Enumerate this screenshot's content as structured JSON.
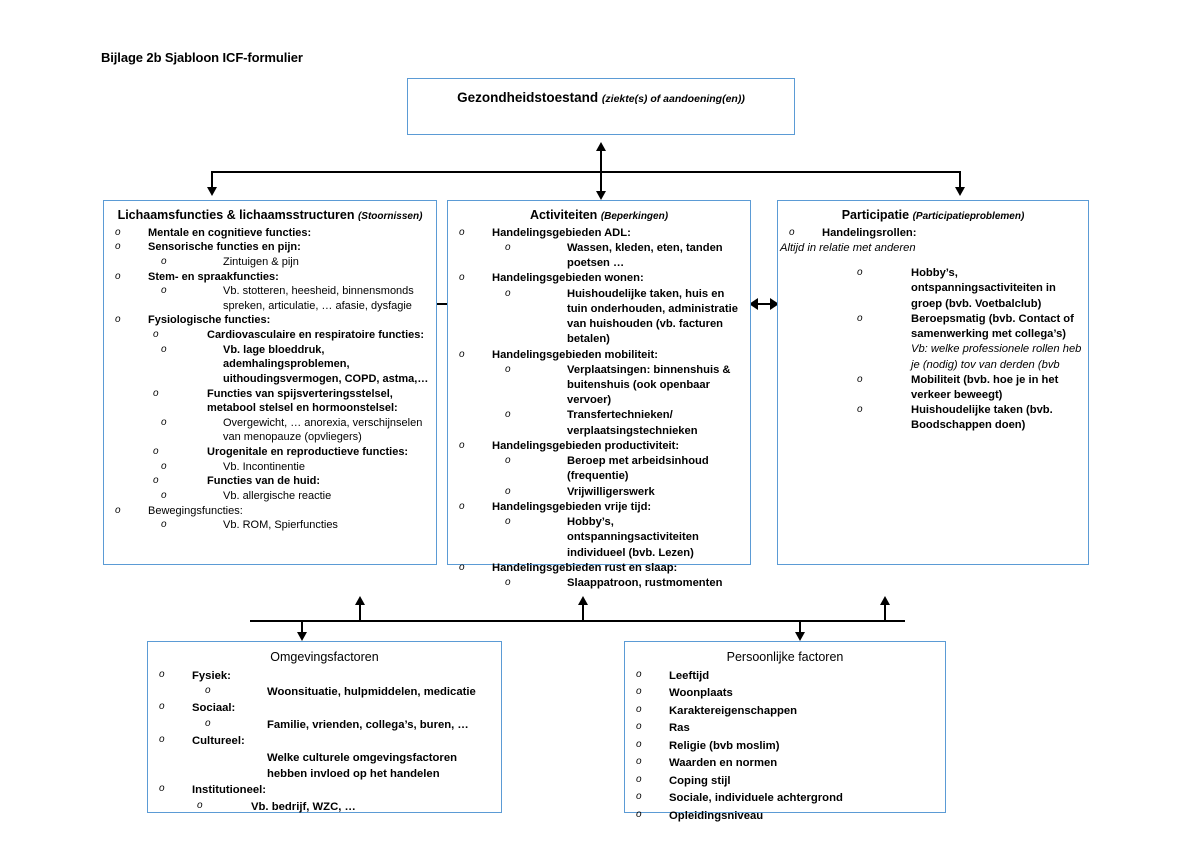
{
  "document": {
    "title": "Bijlage 2b Sjabloon ICF-formulier"
  },
  "health_condition": {
    "title": "Gezondheidstoestand",
    "subtitle": "(ziekte(s) of aandoening(en))"
  },
  "body_functions": {
    "title": "Lichaamsfuncties & lichaamsstructuren",
    "subtitle": "(Stoornissen)",
    "items": [
      {
        "level": 1,
        "bullet": "o",
        "text": "Mentale en cognitieve functies:",
        "bold": true
      },
      {
        "level": 1,
        "bullet": "o",
        "text": "Sensorische functies en pijn:",
        "bold": true
      },
      {
        "level": 3,
        "bullet": "o",
        "text": "Zintuigen & pijn",
        "bold": false
      },
      {
        "level": 1,
        "bullet": "o",
        "text": "Stem- en spraakfuncties:",
        "bold": true
      },
      {
        "level": 3,
        "bullet": "o",
        "text": "Vb. stotteren, heesheid, binnensmonds spreken, articulatie, … afasie, dysfagie",
        "bold": false
      },
      {
        "level": 1,
        "bullet": "o",
        "text": "Fysiologische functies:",
        "bold": true
      },
      {
        "level": 2,
        "bullet": "o",
        "text": "Cardiovasculaire en respiratoire functies:",
        "bold": true
      },
      {
        "level": 3,
        "bullet": "o",
        "text": "Vb. lage bloeddruk, ademhalingsproblemen, uithoudingsvermogen, COPD, astma,…",
        "bold": true
      },
      {
        "level": 2,
        "bullet": "o",
        "text": "Functies van spijsverteringsstelsel, metabool stelsel en hormoonstelsel:",
        "bold": true
      },
      {
        "level": 3,
        "bullet": "o",
        "text": "Overgewicht, … anorexia, verschijnselen van menopauze (opvliegers)",
        "bold": false
      },
      {
        "level": 2,
        "bullet": "o",
        "text": "Urogenitale en reproductieve functies:",
        "bold": true
      },
      {
        "level": 3,
        "bullet": "o",
        "text": "Vb. Incontinentie",
        "bold": false
      },
      {
        "level": 2,
        "bullet": "o",
        "text": "Functies van de huid:",
        "bold": true
      },
      {
        "level": 3,
        "bullet": "o",
        "text": "Vb. allergische reactie",
        "bold": false
      },
      {
        "level": 1,
        "bullet": "o",
        "text": "Bewegingsfuncties:",
        "bold": false
      },
      {
        "level": 3,
        "bullet": "o",
        "text": "Vb. ROM, Spierfuncties",
        "bold": false
      }
    ]
  },
  "activities": {
    "title": "Activiteiten",
    "subtitle": "(Beperkingen)",
    "items": [
      {
        "level": 1,
        "bullet": "o",
        "text": "Handelingsgebieden ADL:",
        "bold": true
      },
      {
        "level": 3,
        "bullet": "o",
        "text": "Wassen, kleden, eten, tanden poetsen …",
        "bold": true
      },
      {
        "level": 1,
        "bullet": "o",
        "text": "Handelingsgebieden wonen:",
        "bold": true
      },
      {
        "level": 3,
        "bullet": "o",
        "text": "Huishoudelijke taken, huis en tuin onderhouden, administratie van huishouden (vb. facturen betalen)",
        "bold": true
      },
      {
        "level": 1,
        "bullet": "o",
        "text": "Handelingsgebieden mobiliteit:",
        "bold": true
      },
      {
        "level": 3,
        "bullet": "o",
        "text": "Verplaatsingen: binnenshuis & buitenshuis (ook openbaar vervoer)",
        "bold": true
      },
      {
        "level": 3,
        "bullet": "o",
        "text": "Transfertechnieken/ verplaatsingstechnieken",
        "bold": true
      },
      {
        "level": 1,
        "bullet": "o",
        "text": "Handelingsgebieden productiviteit:",
        "bold": true
      },
      {
        "level": 3,
        "bullet": "o",
        "text": "Beroep met arbeidsinhoud (frequentie)",
        "bold": true
      },
      {
        "level": 3,
        "bullet": "o",
        "text": "Vrijwilligerswerk",
        "bold": true
      },
      {
        "level": 1,
        "bullet": "o",
        "text": "Handelingsgebieden vrije tijd:",
        "bold": true
      },
      {
        "level": 3,
        "bullet": "o",
        "text": "Hobby’s, ontspanningsactiviteiten individueel (bvb. Lezen)",
        "bold": true
      },
      {
        "level": 1,
        "bullet": "o",
        "text": "Handelingsgebieden rust en slaap:",
        "bold": true
      },
      {
        "level": 3,
        "bullet": "o",
        "text": "Slaappatroon, rustmomenten",
        "bold": true
      }
    ]
  },
  "participation": {
    "title": "Participatie",
    "subtitle": "(Participatieproblemen)",
    "lead_bullet": "o",
    "lead_text": "Handelingsrollen:",
    "lead_note": "Altijd in relatie met anderen",
    "items": [
      {
        "bullet": "o",
        "text": "Hobby’s, ontspanningsactiviteiten in groep (bvb. Voetbalclub)",
        "note": ""
      },
      {
        "bullet": "o",
        "text": "Beroepsmatig (bvb. Contact of samenwerking met collega’s)",
        "note": "Vb: welke professionele rollen heb je (nodig) tov van derden (bvb"
      },
      {
        "bullet": "o",
        "text": "Mobiliteit (bvb. hoe je in het verkeer beweegt)",
        "note": ""
      },
      {
        "bullet": "o",
        "text": "Huishoudelijke taken (bvb. Boodschappen doen)",
        "note": ""
      }
    ]
  },
  "environment": {
    "title": "Omgevingsfactoren",
    "items": [
      {
        "level": 1,
        "bullet": "o",
        "text": "Fysiek:",
        "bold": true
      },
      {
        "level": 3,
        "bullet": "o",
        "text": "Woonsituatie, hulpmiddelen, medicatie",
        "bold": true
      },
      {
        "level": 1,
        "bullet": "o",
        "text": "Sociaal:",
        "bold": true
      },
      {
        "level": 3,
        "bullet": "o",
        "text": "Familie, vrienden, collega’s, buren, …",
        "bold": true
      },
      {
        "level": 1,
        "bullet": "o",
        "text": "Cultureel:",
        "bold": true
      },
      {
        "level": 3,
        "bullet": "",
        "text": "Welke culturele omgevingsfactoren hebben invloed op het handelen",
        "bold": true
      },
      {
        "level": 1,
        "bullet": "o",
        "text": "Institutioneel:",
        "bold": true
      },
      {
        "level": 2,
        "bullet": "o",
        "text": "Vb. bedrijf, WZC, …",
        "bold": true
      }
    ]
  },
  "personal": {
    "title": "Persoonlijke factoren",
    "items": [
      {
        "level": 1,
        "bullet": "o",
        "text": "Leeftijd",
        "bold": true
      },
      {
        "level": 1,
        "bullet": "o",
        "text": "Woonplaats",
        "bold": true
      },
      {
        "level": 1,
        "bullet": "o",
        "text": "Karaktereigenschappen",
        "bold": true
      },
      {
        "level": 1,
        "bullet": "o",
        "text": "Ras",
        "bold": true
      },
      {
        "level": 1,
        "bullet": "o",
        "text": "Religie (bvb moslim)",
        "bold": true
      },
      {
        "level": 1,
        "bullet": "o",
        "text": "Waarden en normen",
        "bold": true
      },
      {
        "level": 1,
        "bullet": "o",
        "text": "Coping stijl",
        "bold": true
      },
      {
        "level": 1,
        "bullet": "o",
        "text": "Sociale, individuele achtergrond",
        "bold": true
      },
      {
        "level": 1,
        "bullet": "o",
        "text": "Opleidingsniveau",
        "bold": true
      }
    ]
  },
  "colors": {
    "box_border": "#5b9bd5",
    "connector": "#000000",
    "background": "#ffffff",
    "text": "#000000"
  }
}
